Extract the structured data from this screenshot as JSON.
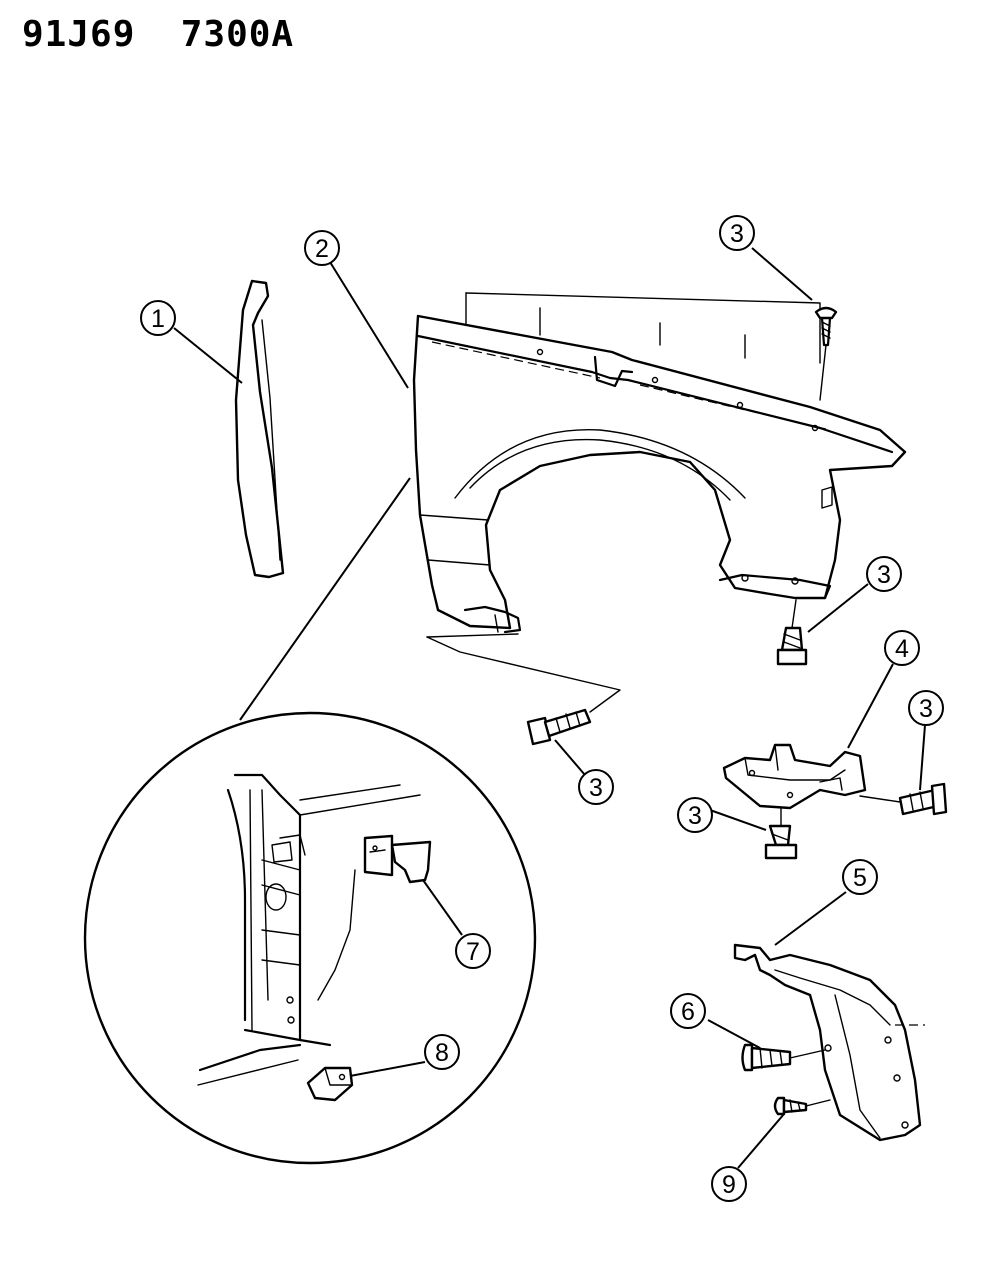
{
  "header": {
    "code": "91J69  7300A"
  },
  "callouts": [
    {
      "id": "c1",
      "label": "1"
    },
    {
      "id": "c2",
      "label": "2"
    },
    {
      "id": "c3a",
      "label": "3"
    },
    {
      "id": "c3b",
      "label": "3"
    },
    {
      "id": "c3c",
      "label": "3"
    },
    {
      "id": "c3d",
      "label": "3"
    },
    {
      "id": "c3e",
      "label": "3"
    },
    {
      "id": "c4",
      "label": "4"
    },
    {
      "id": "c5",
      "label": "5"
    },
    {
      "id": "c6",
      "label": "6"
    },
    {
      "id": "c7",
      "label": "7"
    },
    {
      "id": "c8",
      "label": "8"
    },
    {
      "id": "c9",
      "label": "9"
    }
  ]
}
